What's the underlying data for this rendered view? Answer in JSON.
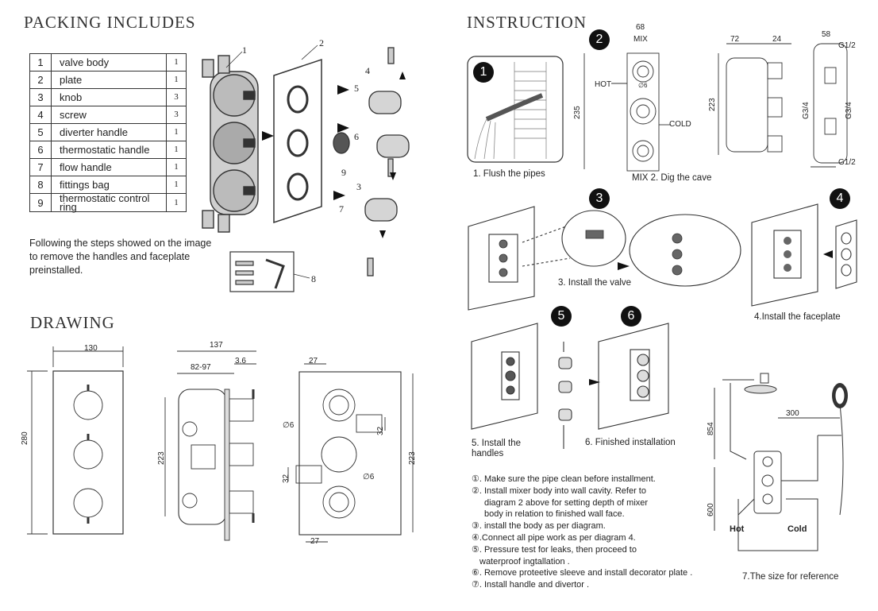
{
  "packing": {
    "title": "PACKING INCLUDES",
    "items": [
      {
        "no": "1",
        "name": "valve body",
        "qty": "1"
      },
      {
        "no": "2",
        "name": "plate",
        "qty": "1"
      },
      {
        "no": "3",
        "name": "knob",
        "qty": "3"
      },
      {
        "no": "4",
        "name": "screw",
        "qty": "3"
      },
      {
        "no": "5",
        "name": "diverter handle",
        "qty": "1"
      },
      {
        "no": "6",
        "name": "thermostatic handle",
        "qty": "1"
      },
      {
        "no": "7",
        "name": "flow handle",
        "qty": "1"
      },
      {
        "no": "8",
        "name": "fittings bag",
        "qty": "1"
      },
      {
        "no": "9",
        "name": "thermostatic control ring",
        "qty": "1"
      }
    ],
    "note": "Following the steps showed on the image to remove the handles and faceplate preinstalled.",
    "callouts": [
      "1",
      "2",
      "3",
      "4",
      "5",
      "6",
      "7",
      "8",
      "9"
    ]
  },
  "drawing": {
    "title": "DRAWING",
    "dims": {
      "w130": "130",
      "h280": "280",
      "d137": "137",
      "d8297": "82-97",
      "d36": "3.6",
      "d223a": "223",
      "d27t": "27",
      "d27b": "27",
      "d223b": "223",
      "d32a": "32",
      "d32b": "32",
      "phi6a": "∅6",
      "phi6b": "∅6"
    }
  },
  "instruction": {
    "title": "INSTRUCTION",
    "steps": {
      "s1": {
        "num": "1",
        "label": "1. Flush the pipes"
      },
      "s2": {
        "num": "2",
        "label": "MIX  2. Dig the cave"
      },
      "s3": {
        "num": "3",
        "label": "3. Install the valve"
      },
      "s4": {
        "num": "4",
        "label": "4.Install the faceplate"
      },
      "s5": {
        "num": "5",
        "label": "5. Install the handles"
      },
      "s6": {
        "num": "6",
        "label": "6. Finished installation"
      }
    },
    "diag2": {
      "mix": "MIX",
      "hot": "HOT",
      "cold": "COLD",
      "d68": "68",
      "d235": "235",
      "d72": "72",
      "d24": "24",
      "d223": "223",
      "d58": "58",
      "g12a": "G1/2",
      "g12b": "G1/2",
      "g34a": "G3/4",
      "g34b": "G3/4",
      "phi": "∅6"
    },
    "notes": [
      "①. Make sure the pipe clean before installment.",
      "②. Install mixer body into wall cavity. Refer to",
      "diagram 2 above for setting depth of mixer",
      "body in relation to finished wall face.",
      "③. install the body as per diagram.",
      "④.Connect all pipe work as per diagram 4.",
      "⑤. Pressure test for leaks, then proceed to",
      "waterproof ingtallation .",
      "⑥. Remove proteetive sleeve and install decorator plate .",
      "⑦. Install handle and divertor ."
    ],
    "reference": {
      "label": "7.The size for reference",
      "hot": "Hot",
      "cold": "Cold",
      "d300": "300",
      "d854": "854",
      "d600": "600"
    }
  }
}
